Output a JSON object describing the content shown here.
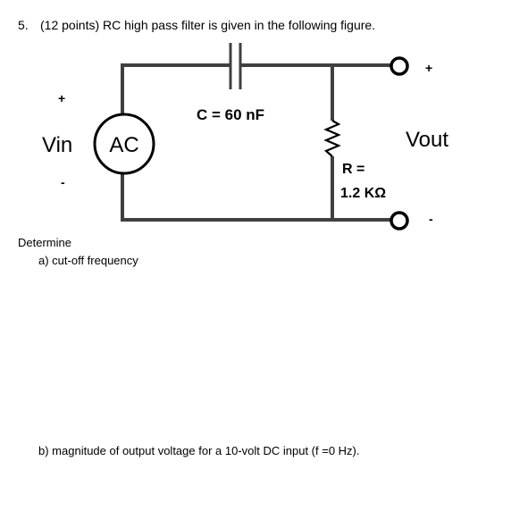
{
  "question": {
    "number": "5.",
    "text": "(12 points) RC high pass filter is given in the following figure."
  },
  "circuit": {
    "capacitor_label": "C = 60 nF",
    "resistor_label_1": "R =",
    "resistor_label_2": "1.2 KΩ",
    "source_label": "Vin",
    "source_type": "AC",
    "output_label": "Vout",
    "source_plus": "+",
    "source_minus": "-",
    "output_plus": "+",
    "output_minus": "-"
  },
  "tasks": {
    "heading": "Determine",
    "part_a": "a)   cut-off frequency",
    "part_b": "b)   magnitude of output voltage for a 10-volt DC input (f =0 Hz)."
  }
}
